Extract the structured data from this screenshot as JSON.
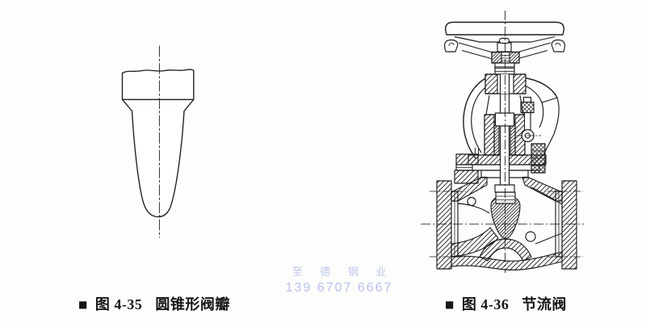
{
  "page": {
    "background": "#fdfdfc",
    "ink": "#1d1d1d"
  },
  "figure_left": {
    "bullet": "■",
    "label": "图 4-35",
    "title": "圆锥形阀瓣",
    "drawing": "conical-valve-disc-line-drawing"
  },
  "figure_right": {
    "bullet": "■",
    "label": "图 4-36",
    "title": "节流阀",
    "drawing": "throttle-valve-cross-section"
  },
  "watermark": {
    "line1": "至 德 钢 业",
    "line2": "139 6707 6667",
    "color": "#b7c2ec"
  }
}
